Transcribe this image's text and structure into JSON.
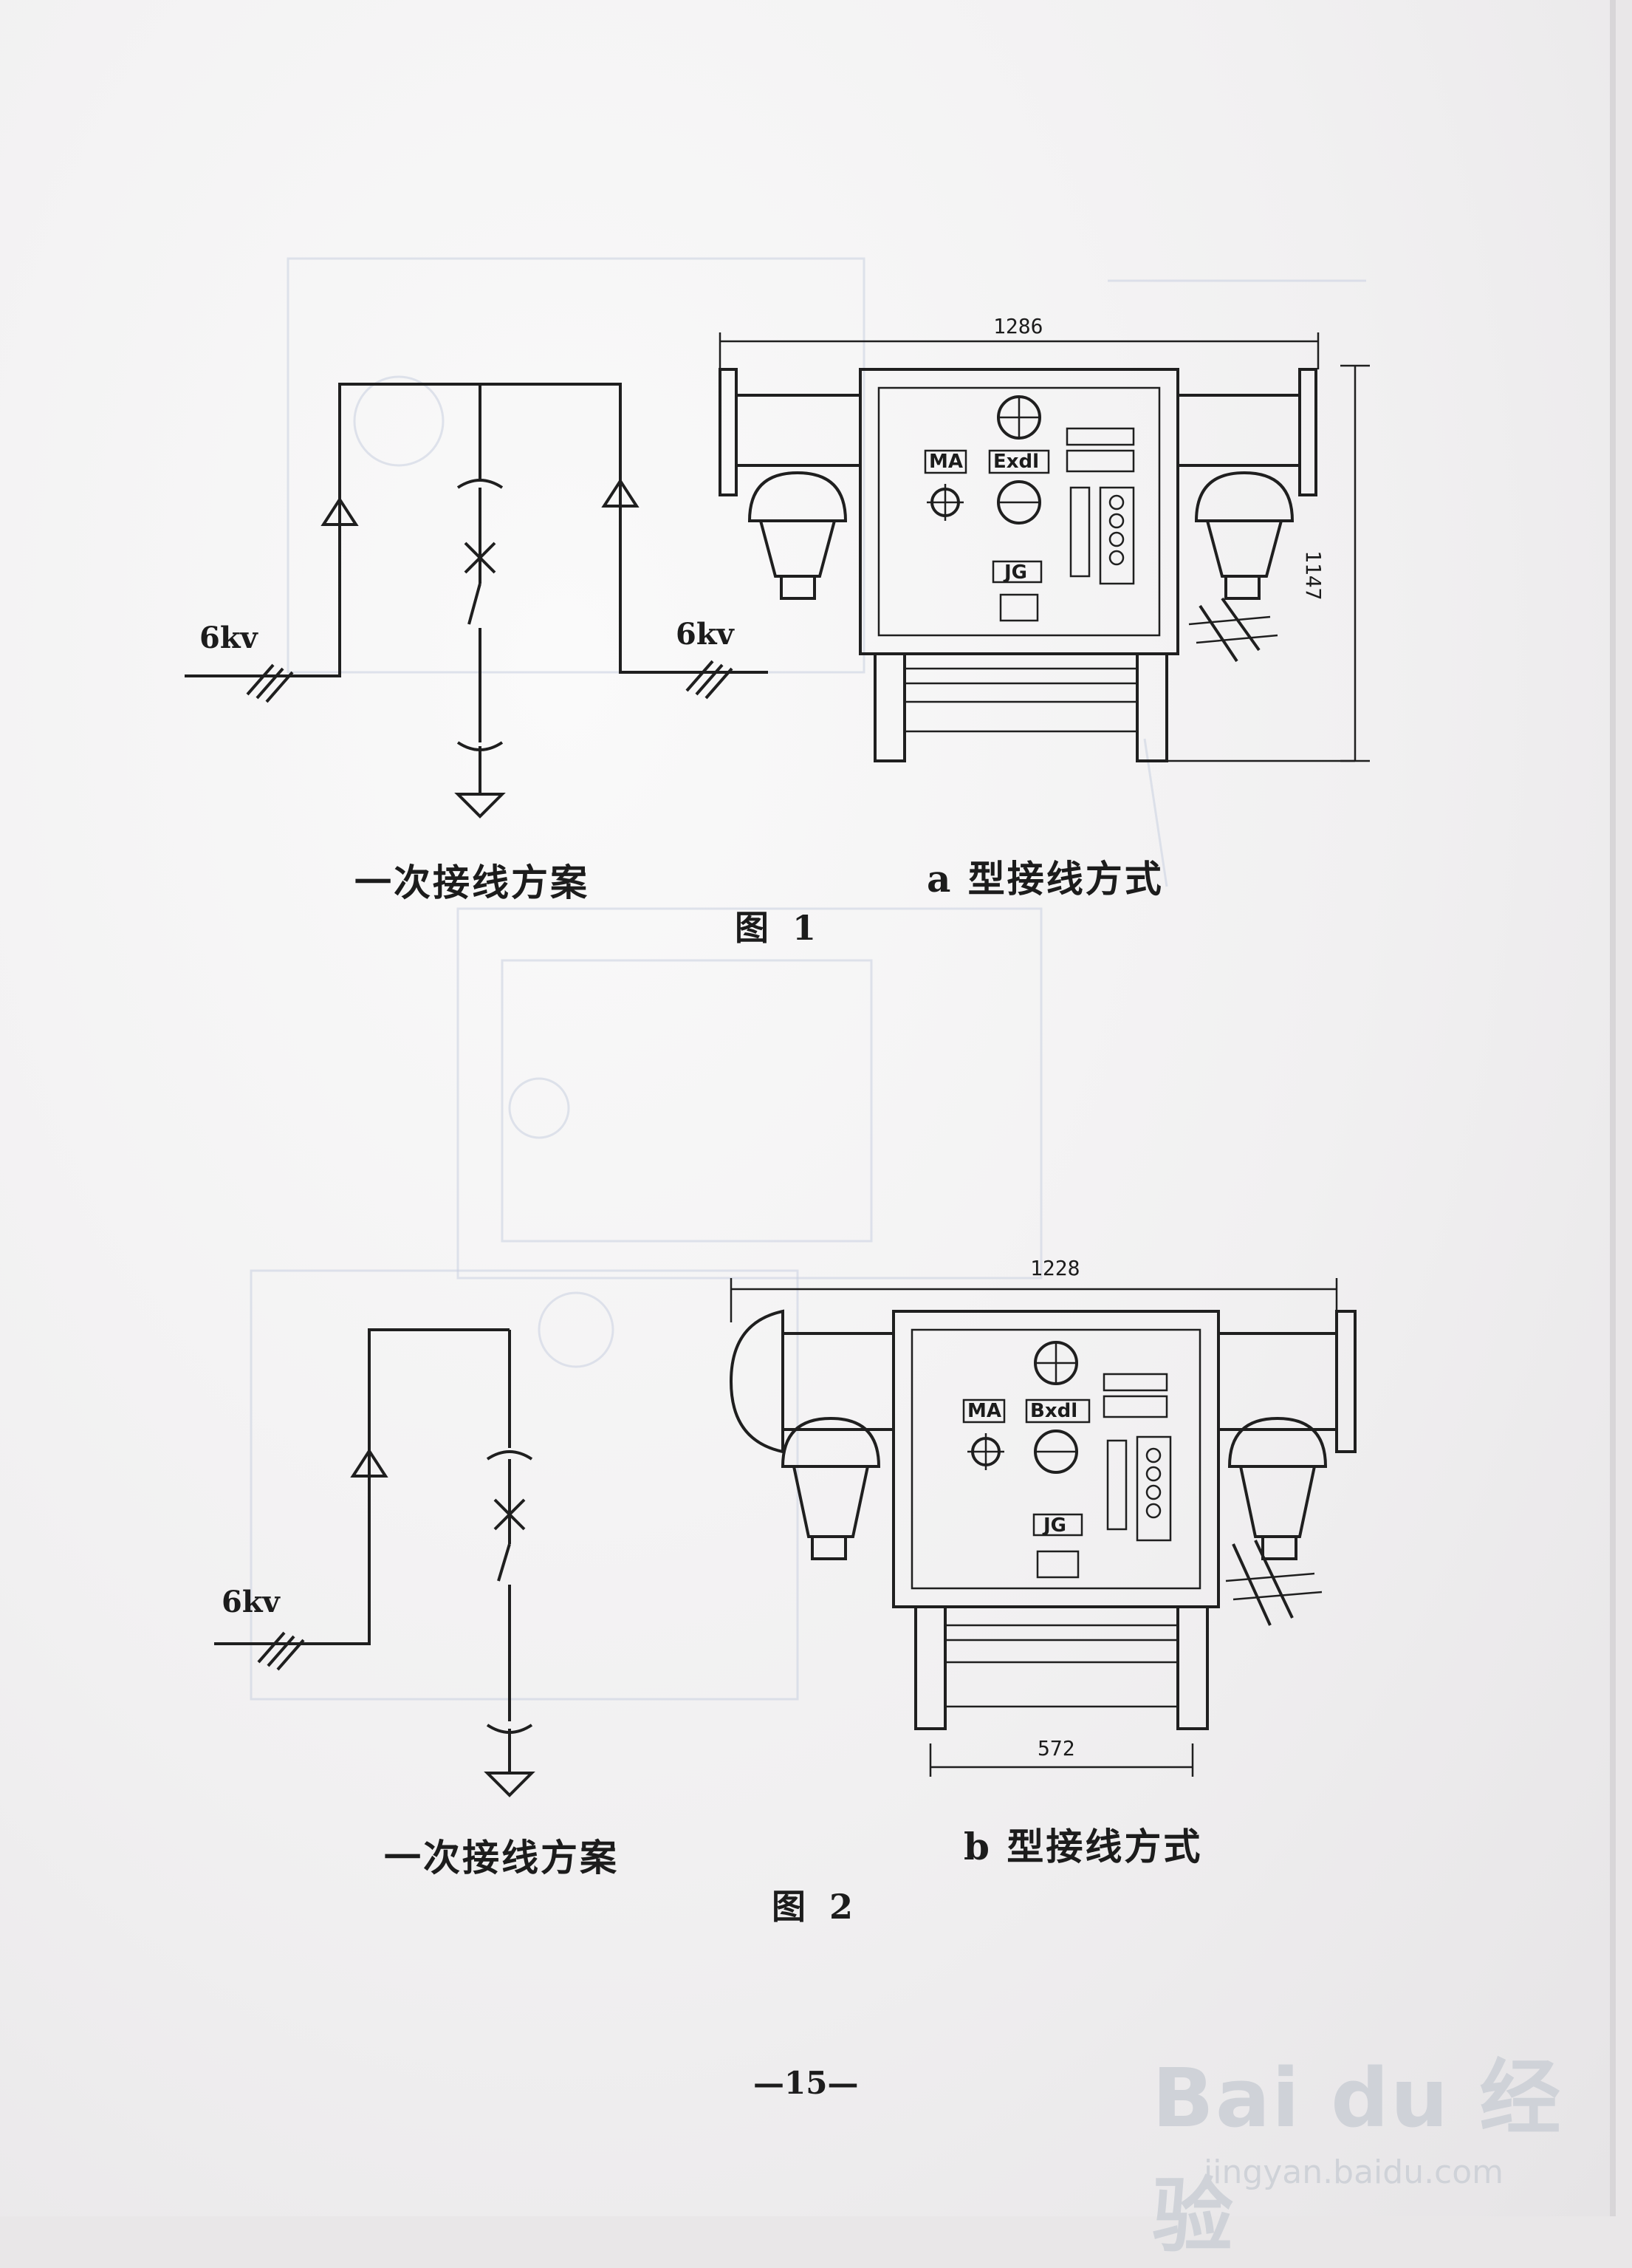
{
  "figure1": {
    "scheme_caption": "一次接线方案",
    "type_caption": "a 型接线方式",
    "label": "图 1",
    "voltage_left": "6kv",
    "voltage_right": "6kv",
    "width_dim": "1286",
    "height_dim": "1147",
    "panel_labels": {
      "ma": "MA",
      "exd": "Exdl",
      "jg": "JG"
    }
  },
  "figure2": {
    "scheme_caption": "一次接线方案",
    "type_caption": "b 型接线方式",
    "label": "图 2",
    "voltage": "6kv",
    "width_dim": "1228",
    "base_dim": "572",
    "panel_labels": {
      "ma": "MA",
      "exd": "Bxdl",
      "jg": "JG"
    }
  },
  "page_number": "—15—",
  "watermark": {
    "main": "Bai du 经验",
    "sub": "jingyan.baidu.com"
  }
}
